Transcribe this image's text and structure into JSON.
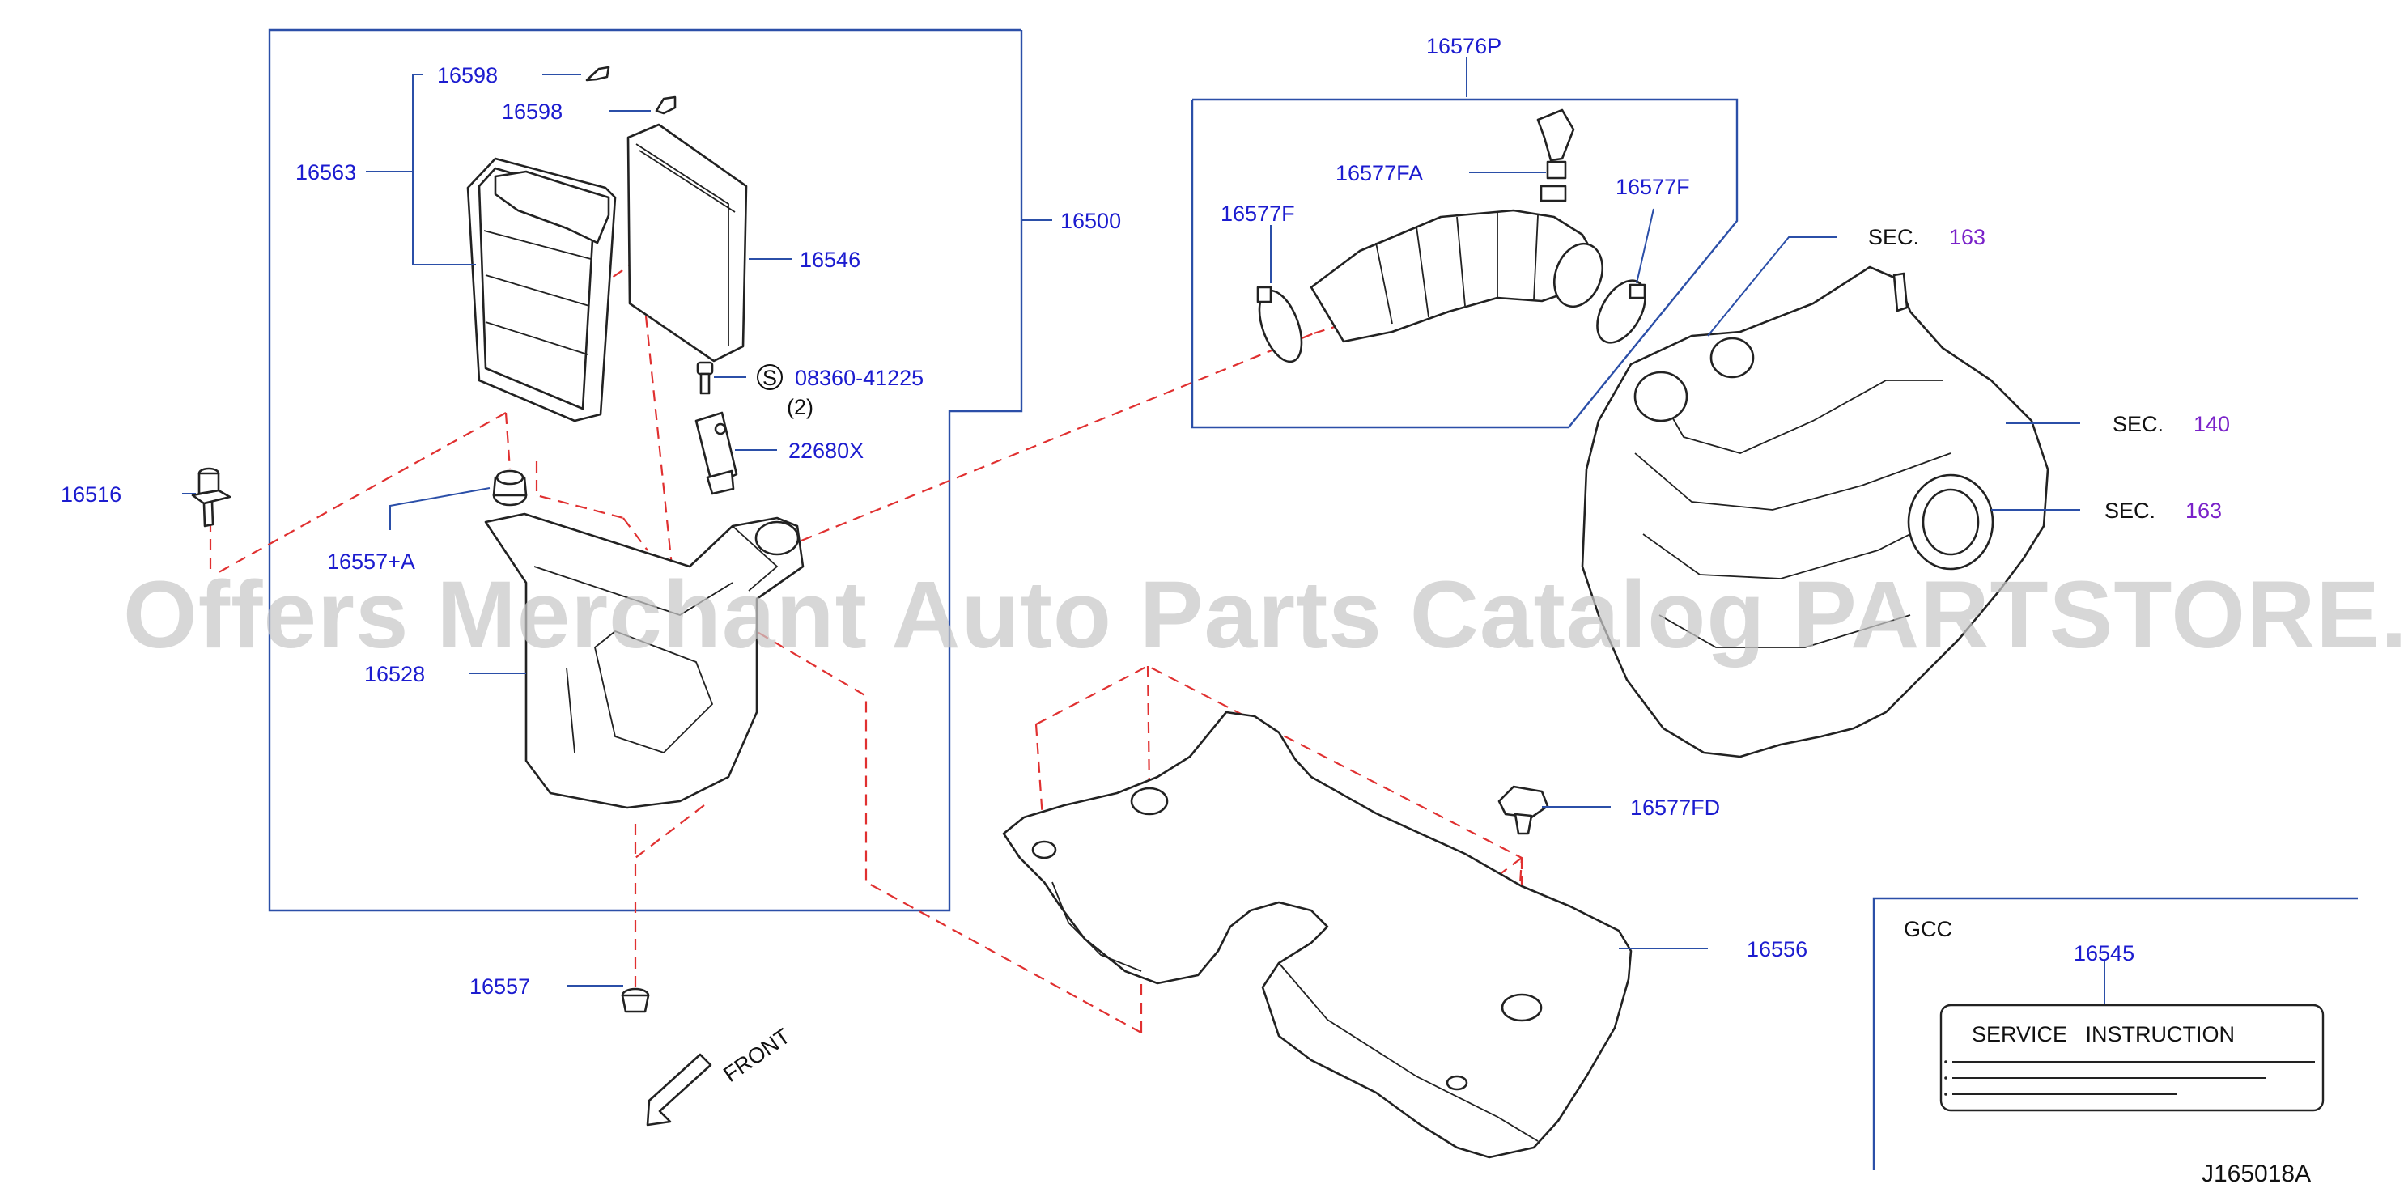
{
  "labels": {
    "p16598a": "16598",
    "p16598b": "16598",
    "p16563": "16563",
    "p16546": "16546",
    "p16500": "16500",
    "s_bolt_prefix": "S",
    "s_bolt": "08360-41225",
    "s_bolt_qty": "(2)",
    "p22680x": "22680X",
    "p16516": "16516",
    "p16557a": "16557+A",
    "p16528": "16528",
    "p16557": "16557",
    "front": "FRONT",
    "p16576p": "16576P",
    "p16577fa": "16577FA",
    "p16577f_left": "16577F",
    "p16577f_right": "16577F",
    "sec_top_word": "SEC.",
    "sec_top_num": "163",
    "sec_mid_word": "SEC.",
    "sec_mid_num": "140",
    "sec_low_word": "SEC.",
    "sec_low_num": "163",
    "p16577fd": "16577FD",
    "p16556": "16556",
    "gcc": "GCC",
    "p16545": "16545",
    "service_instruction": "SERVICE   INSTRUCTION",
    "diagram_code": "J165018A"
  },
  "watermark": "Offers Merchant Auto Parts Catalog PARTSTORE.SA",
  "colors": {
    "part_number": "#1c1ccf",
    "section_number": "#7a22c9",
    "leader_line": "#2b4fa8",
    "dashed_line": "#e03030",
    "watermark": "#c8c8c8"
  }
}
